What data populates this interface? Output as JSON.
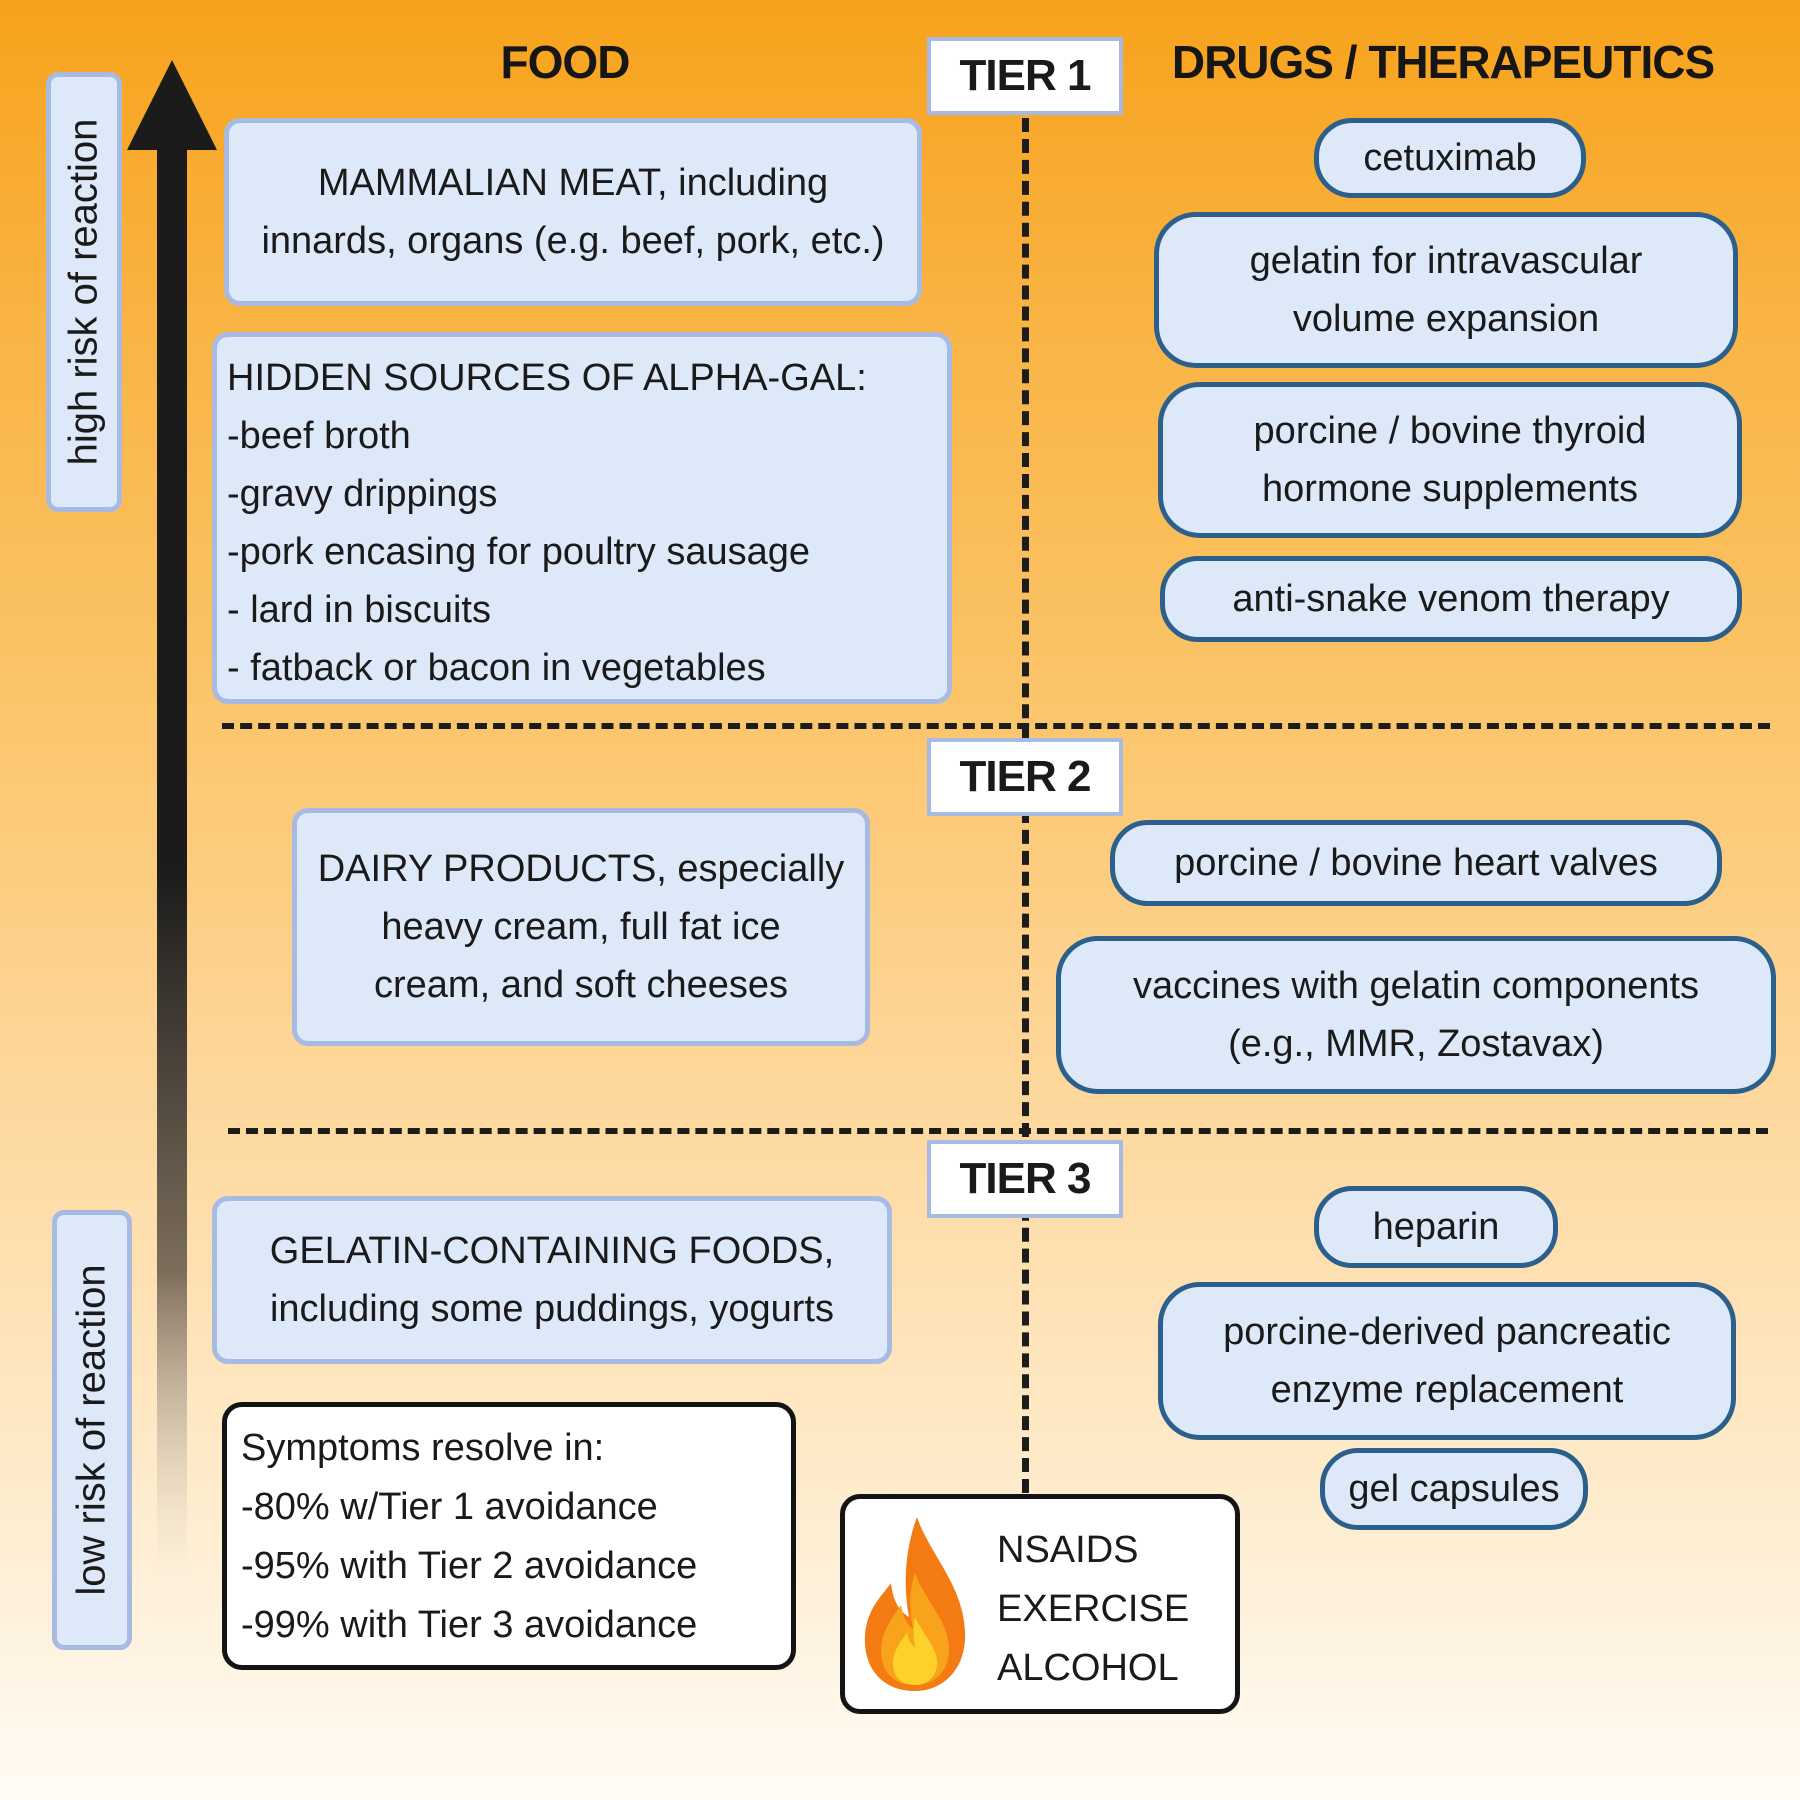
{
  "headers": {
    "food": "FOOD",
    "drugs": "DRUGS / THERAPEUTICS"
  },
  "tiers": [
    "TIER 1",
    "TIER 2",
    "TIER 3"
  ],
  "risk_axis": {
    "high": "high risk of reaction",
    "low": "low risk of reaction"
  },
  "food": {
    "tier1_main": [
      "MAMMALIAN MEAT, including",
      "innards, organs (e.g. beef, pork, etc.)"
    ],
    "tier1_hidden": [
      "HIDDEN SOURCES OF ALPHA-GAL:",
      "-beef broth",
      "-gravy drippings",
      "-pork encasing for poultry sausage",
      "- lard in biscuits",
      "- fatback or bacon in vegetables"
    ],
    "tier2": [
      "DAIRY PRODUCTS, especially",
      "heavy cream, full fat ice",
      "cream, and soft cheeses"
    ],
    "tier3": [
      "GELATIN-CONTAINING FOODS,",
      "including some puddings, yogurts"
    ]
  },
  "drugs": {
    "tier1": [
      [
        "cetuximab"
      ],
      [
        "gelatin for intravascular",
        "volume expansion"
      ],
      [
        "porcine / bovine thyroid",
        "hormone supplements"
      ],
      [
        "anti-snake venom therapy"
      ]
    ],
    "tier2": [
      [
        "porcine / bovine heart valves"
      ],
      [
        "vaccines with gelatin components",
        "(e.g., MMR, Zostavax)"
      ]
    ],
    "tier3": [
      [
        "heparin"
      ],
      [
        "porcine-derived pancreatic",
        "enzyme replacement"
      ],
      [
        "gel capsules"
      ]
    ]
  },
  "symptoms": [
    "Symptoms resolve in:",
    "-80% w/Tier 1 avoidance",
    "-95% with Tier 2 avoidance",
    "-99% with Tier 3 avoidance"
  ],
  "cofactors": [
    "NSAIDS",
    "EXERCISE",
    "ALCOHOL"
  ],
  "icons": {
    "cofactor": "flame-icon",
    "risk": "arrow-up-icon"
  },
  "colors": {
    "background_top": "#f7a21b",
    "food_border": "#a7bbe2",
    "drug_border": "#2d5f8c",
    "box_fill": "#dde8f8"
  }
}
